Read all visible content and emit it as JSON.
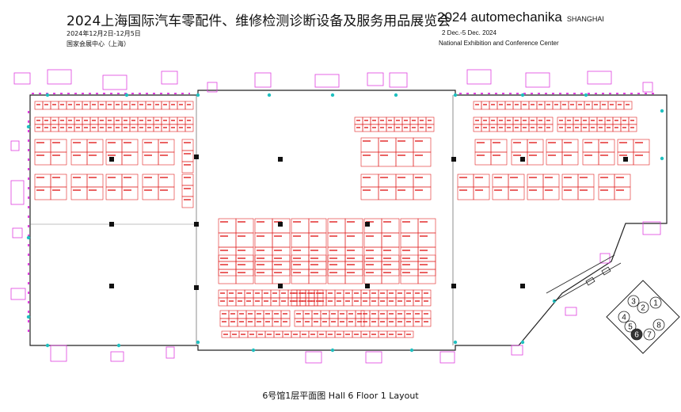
{
  "header": {
    "title_cn": "2024上海国际汽车零配件、维修检测诊断设备及服务用品展览会",
    "date_cn": "2024年12月2日-12月5日",
    "venue_cn": "国家会展中心（上海）",
    "title_en": "2024 automechanika",
    "title_en_city": "SHANGHAI",
    "date_en": "2 Dec.-5 Dec. 2024",
    "venue_en": "National Exhibition and Conference Center"
  },
  "hall_map": {
    "key_halls": [
      "1",
      "2",
      "3",
      "4",
      "5",
      "6",
      "7",
      "8"
    ],
    "highlighted_hall": "6",
    "colors": {
      "booth": "#e02020",
      "wall": "#222222",
      "facility": "#e040e0",
      "node": "#20c0c0"
    }
  },
  "caption": "6号馆1层平面图  Hall 6 Floor 1  Layout"
}
